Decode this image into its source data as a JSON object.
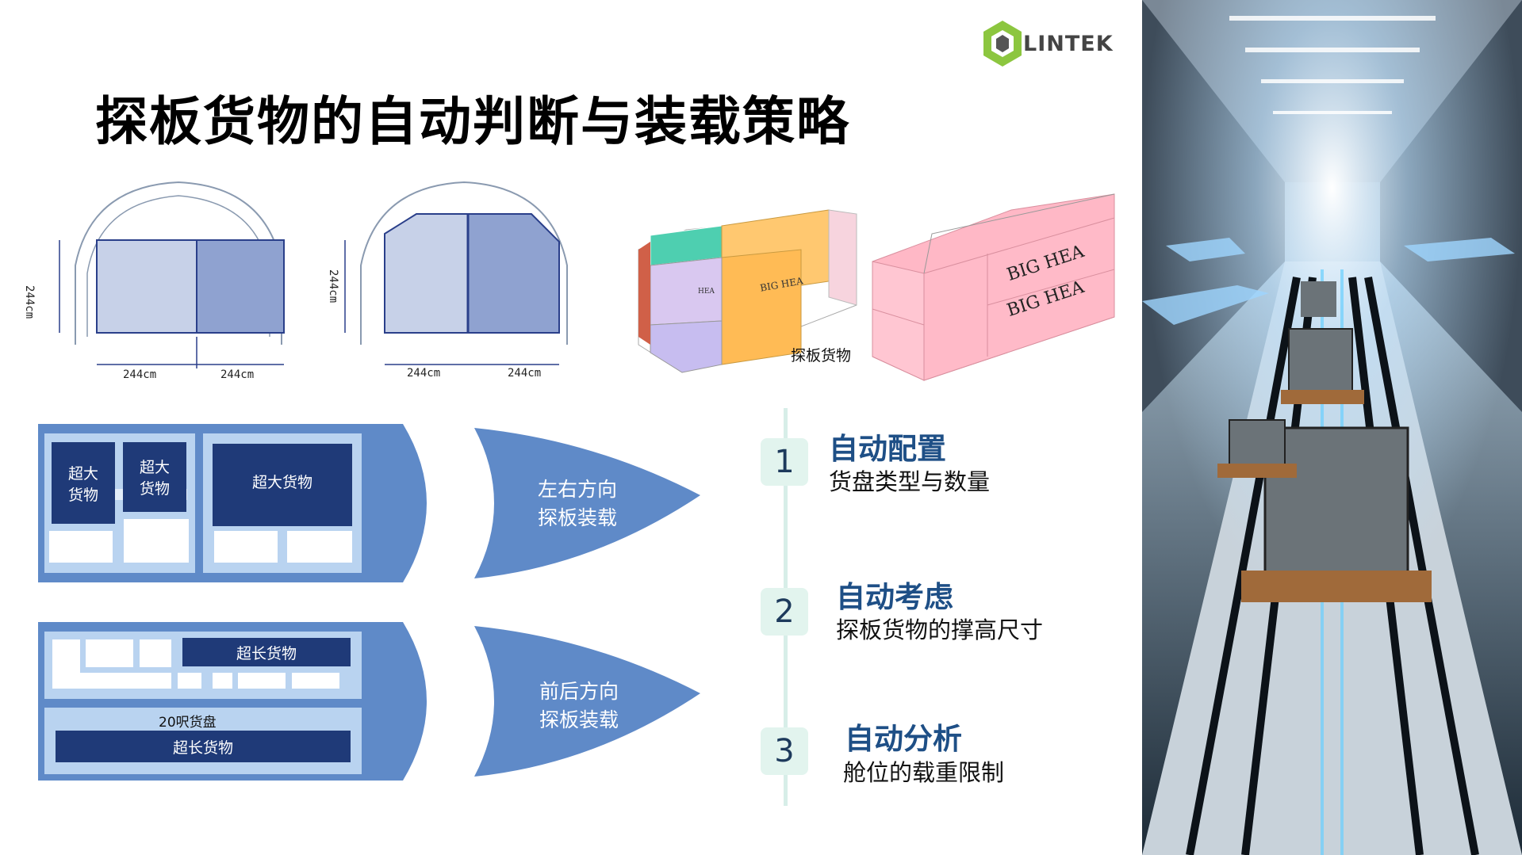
{
  "title": "探板货物的自动判断与装载策略",
  "logo": {
    "text": "LINTEK"
  },
  "section_diagrams": {
    "dim_height": "244cm",
    "dim_width_left": "244cm",
    "dim_width_right": "244cm",
    "caption": "探板货物",
    "box_labels": {
      "hea": "HEA",
      "big_hea": "BIG HEA"
    }
  },
  "hull_top": {
    "label_line1": "左右方向",
    "label_line2": "探板装载",
    "cargo1": "超大\n货物",
    "cargo2": "超大\n货物",
    "cargo3": "超大货物"
  },
  "hull_bottom": {
    "label_line1": "前后方向",
    "label_line2": "探板装载",
    "cargo_long_top": "超长货物",
    "pallet_label": "20呎货盘",
    "cargo_long_bottom": "超长货物"
  },
  "steps": [
    {
      "num": "1",
      "title": "自动配置",
      "sub": "货盘类型与数量"
    },
    {
      "num": "2",
      "title": "自动考虑",
      "sub": "探板货物的撑高尺寸"
    },
    {
      "num": "3",
      "title": "自动分析",
      "sub": "舱位的载重限制"
    }
  ],
  "colors": {
    "hull": "#5f8ac8",
    "cargo_dark": "#1f3a78",
    "slot_light": "#b9d3f0",
    "accent": "#1e4f86"
  }
}
